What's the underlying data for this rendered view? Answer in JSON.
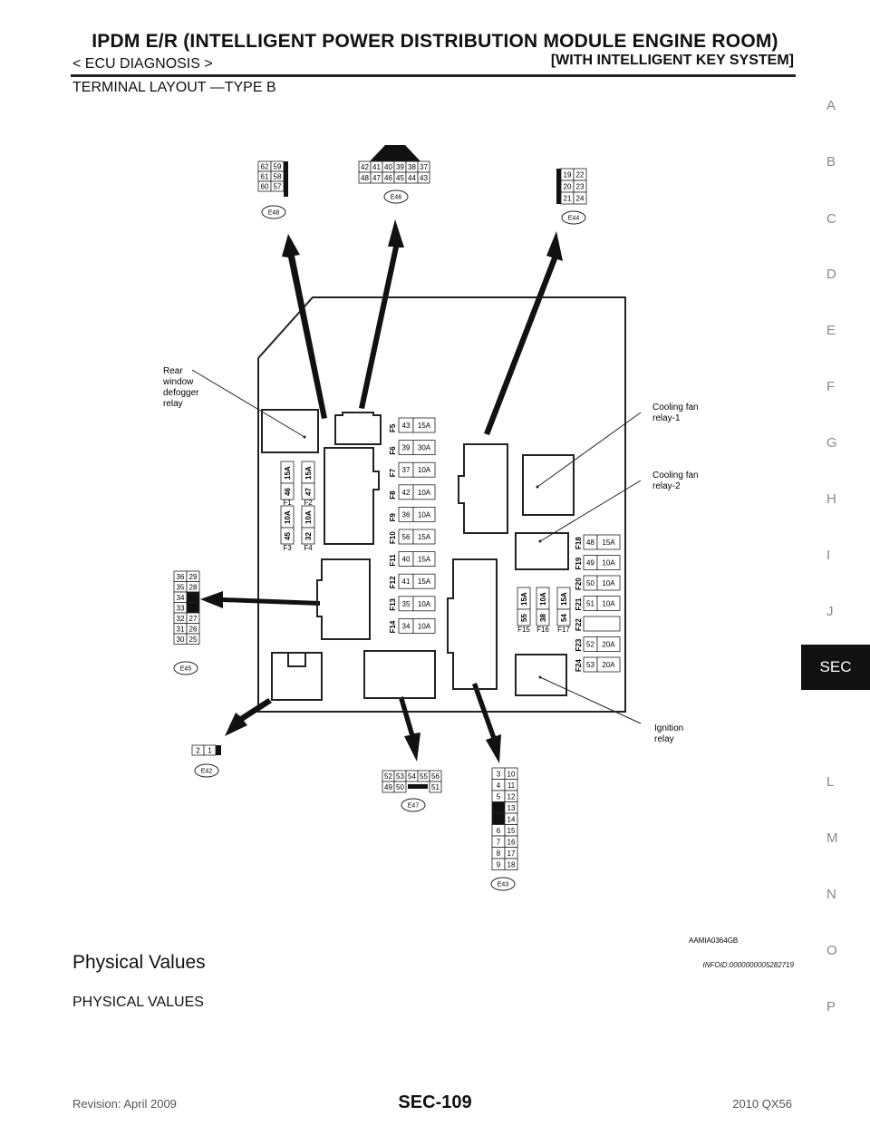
{
  "header": {
    "title": "IPDM E/R (INTELLIGENT POWER DISTRIBUTION MODULE ENGINE ROOM)",
    "breadcrumb": "< ECU DIAGNOSIS >",
    "variant": "[WITH INTELLIGENT KEY SYSTEM]"
  },
  "section_title": "TERMINAL LAYOUT —TYPE B",
  "side_index": [
    "A",
    "B",
    "C",
    "D",
    "E",
    "F",
    "G",
    "H",
    "I",
    "J",
    "SEC",
    "L",
    "M",
    "N",
    "O",
    "P"
  ],
  "active_tab": "SEC",
  "diagram": {
    "figure_id": "AAMIA0364GB",
    "labels": {
      "rear_defogger": [
        "Rear",
        "window",
        "defogger",
        "relay"
      ],
      "cooling_fan_1": [
        "Cooling fan",
        "relay-1"
      ],
      "cooling_fan_2": [
        "Cooling fan",
        "relay-2"
      ],
      "ignition": [
        "Ignition",
        "relay"
      ]
    },
    "connectors": {
      "E48": {
        "label": "E48",
        "rows": [
          [
            "62",
            "59"
          ],
          [
            "61",
            "58"
          ],
          [
            "60",
            "57"
          ]
        ]
      },
      "E46": {
        "label": "E46",
        "rows": [
          [
            "42",
            "41",
            "40",
            "39",
            "38",
            "37"
          ],
          [
            "48",
            "47",
            "46",
            "45",
            "44",
            "43"
          ]
        ]
      },
      "E44": {
        "label": "E44",
        "rows": [
          [
            "19",
            "22"
          ],
          [
            "20",
            "23"
          ],
          [
            "21",
            "24"
          ]
        ]
      },
      "E45": {
        "label": "E45",
        "rows": [
          [
            "36",
            "29"
          ],
          [
            "35",
            "28"
          ],
          [
            "34",
            ""
          ],
          [
            "33",
            ""
          ],
          [
            "32",
            "27"
          ],
          [
            "31",
            "26"
          ],
          [
            "30",
            "25"
          ]
        ]
      },
      "E42": {
        "label": "E42",
        "rows": [
          [
            "2",
            "1"
          ]
        ]
      },
      "E47": {
        "label": "E47",
        "rows": [
          [
            "52",
            "53",
            "54",
            "55",
            "56"
          ],
          [
            "49",
            "50",
            "",
            "51"
          ]
        ]
      },
      "E43": {
        "label": "E43",
        "rows": [
          [
            "3",
            "10"
          ],
          [
            "4",
            "11"
          ],
          [
            "5",
            "12"
          ],
          [
            "",
            "13"
          ],
          [
            "",
            "14"
          ],
          [
            "6",
            "15"
          ],
          [
            "7",
            "16"
          ],
          [
            "8",
            "17"
          ],
          [
            "9",
            "18"
          ]
        ]
      }
    },
    "center_fuses": [
      {
        "id": "F5",
        "num": "43",
        "amp": "15A"
      },
      {
        "id": "F6",
        "num": "39",
        "amp": "30A"
      },
      {
        "id": "F7",
        "num": "37",
        "amp": "10A"
      },
      {
        "id": "F8",
        "num": "42",
        "amp": "10A"
      },
      {
        "id": "F9",
        "num": "36",
        "amp": "10A"
      },
      {
        "id": "F10",
        "num": "56",
        "amp": "15A"
      },
      {
        "id": "F11",
        "num": "40",
        "amp": "15A"
      },
      {
        "id": "F12",
        "num": "41",
        "amp": "15A"
      },
      {
        "id": "F13",
        "num": "35",
        "amp": "10A"
      },
      {
        "id": "F14",
        "num": "34",
        "amp": "10A"
      }
    ],
    "right_fuses": [
      {
        "id": "F18",
        "num": "48",
        "amp": "15A"
      },
      {
        "id": "F19",
        "num": "49",
        "amp": "10A"
      },
      {
        "id": "F20",
        "num": "50",
        "amp": "10A"
      },
      {
        "id": "F21",
        "num": "51",
        "amp": "10A"
      },
      {
        "id": "F22",
        "num": "",
        "amp": ""
      },
      {
        "id": "F23",
        "num": "52",
        "amp": "20A"
      },
      {
        "id": "F24",
        "num": "53",
        "amp": "20A"
      }
    ],
    "left_fuses": [
      {
        "id": "F1",
        "num": "46",
        "amp": "15A"
      },
      {
        "id": "F2",
        "num": "47",
        "amp": "15A"
      },
      {
        "id": "F3",
        "num": "45",
        "amp": "10A"
      },
      {
        "id": "F4",
        "num": "32",
        "amp": "10A"
      }
    ],
    "bottom_fuses": [
      {
        "id": "F15",
        "num": "55",
        "amp": "15A"
      },
      {
        "id": "F16",
        "num": "38",
        "amp": "10A"
      },
      {
        "id": "F17",
        "num": "54",
        "amp": "15A"
      }
    ]
  },
  "physical_values_heading": "Physical Values",
  "infoid": "INFOID:0000000005282719",
  "physical_values_sub": "PHYSICAL VALUES",
  "footer": {
    "revision": "Revision: April 2009",
    "page": "SEC-109",
    "model": "2010 QX56"
  }
}
